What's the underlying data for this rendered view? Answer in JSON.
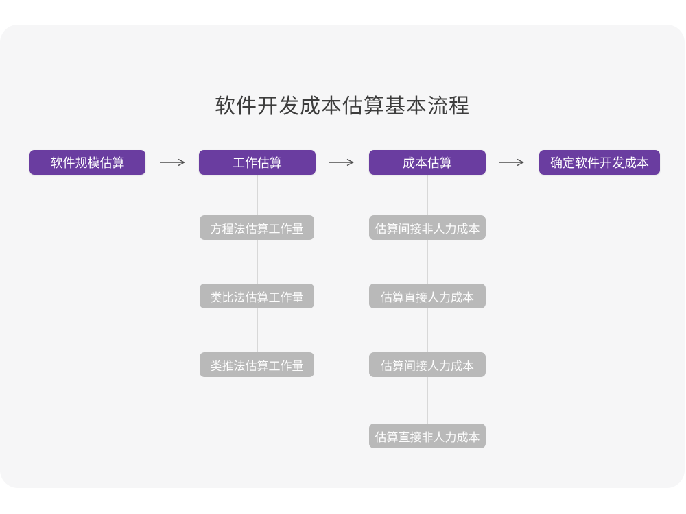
{
  "title": "软件开发成本估算基本流程",
  "colors": {
    "page_bg": "#ffffff",
    "card_bg": "#f6f6f7",
    "node_purple": "#6a3da0",
    "node_gray": "#b9b9b9",
    "node_text": "#ffffff",
    "connector_line": "#d8d8d8",
    "arrow": "#4d4d4d",
    "title_text": "#3d3d3d"
  },
  "flow": {
    "main_nodes": [
      {
        "label": "软件规模估算"
      },
      {
        "label": "工作估算"
      },
      {
        "label": "成本估算"
      },
      {
        "label": "确定软件开发成本"
      }
    ],
    "effort_methods": [
      {
        "label": "方程法估算工作量"
      },
      {
        "label": "类比法估算工作量"
      },
      {
        "label": "类推法估算工作量"
      }
    ],
    "cost_components": [
      {
        "label": "估算间接非人力成本"
      },
      {
        "label": "估算直接人力成本"
      },
      {
        "label": "估算间接人力成本"
      },
      {
        "label": "估算直接非人力成本"
      }
    ]
  }
}
